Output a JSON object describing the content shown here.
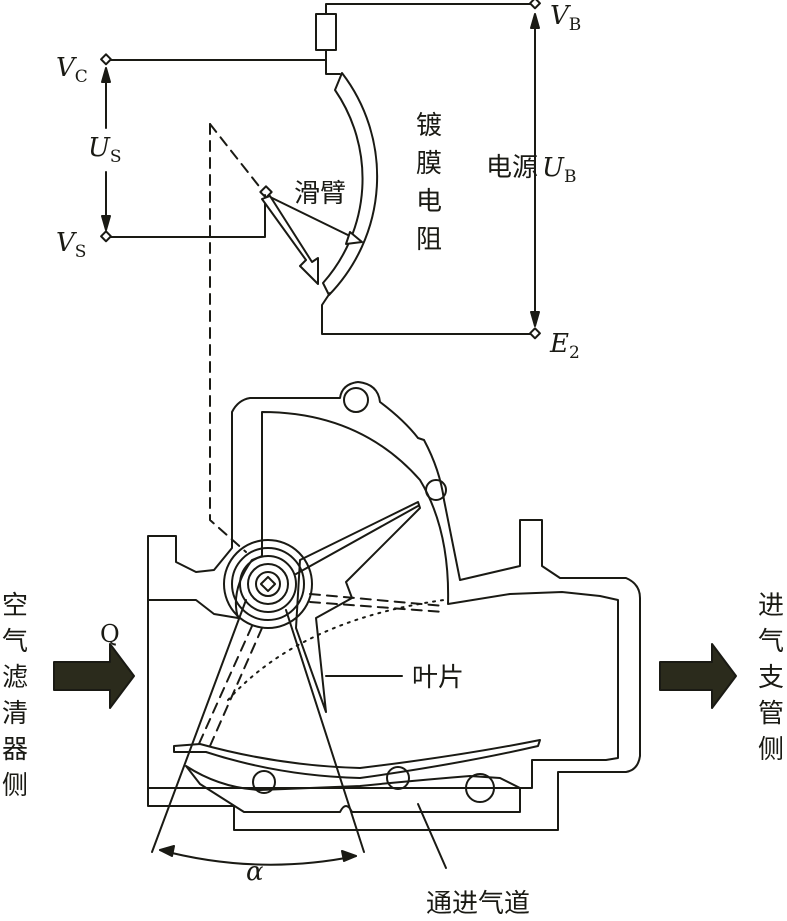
{
  "circuit": {
    "vb": {
      "main": "V",
      "sub": "B"
    },
    "vc": {
      "main": "V",
      "sub": "C"
    },
    "vs": {
      "main": "V",
      "sub": "S"
    },
    "us": {
      "main": "U",
      "sub": "S"
    },
    "e2": {
      "main": "E",
      "sub": "2"
    },
    "power": {
      "prefix": "电源",
      "main": "U",
      "sub": "B"
    },
    "wiper_label": "滑臂",
    "film_resistor_chars": [
      "镀",
      "膜",
      "电",
      "阻"
    ]
  },
  "meter": {
    "flow_label": "Q",
    "vane_label": "叶片",
    "angle_label": "α",
    "bypass_label": "通进气道",
    "inlet_chars": [
      "空",
      "气",
      "滤",
      "清",
      "器",
      "侧"
    ],
    "outlet_chars": [
      "进",
      "气",
      "支",
      "管",
      "侧"
    ]
  },
  "colors": {
    "ink": "#1a1a14",
    "arrow_fill": "#2b2b1c"
  }
}
